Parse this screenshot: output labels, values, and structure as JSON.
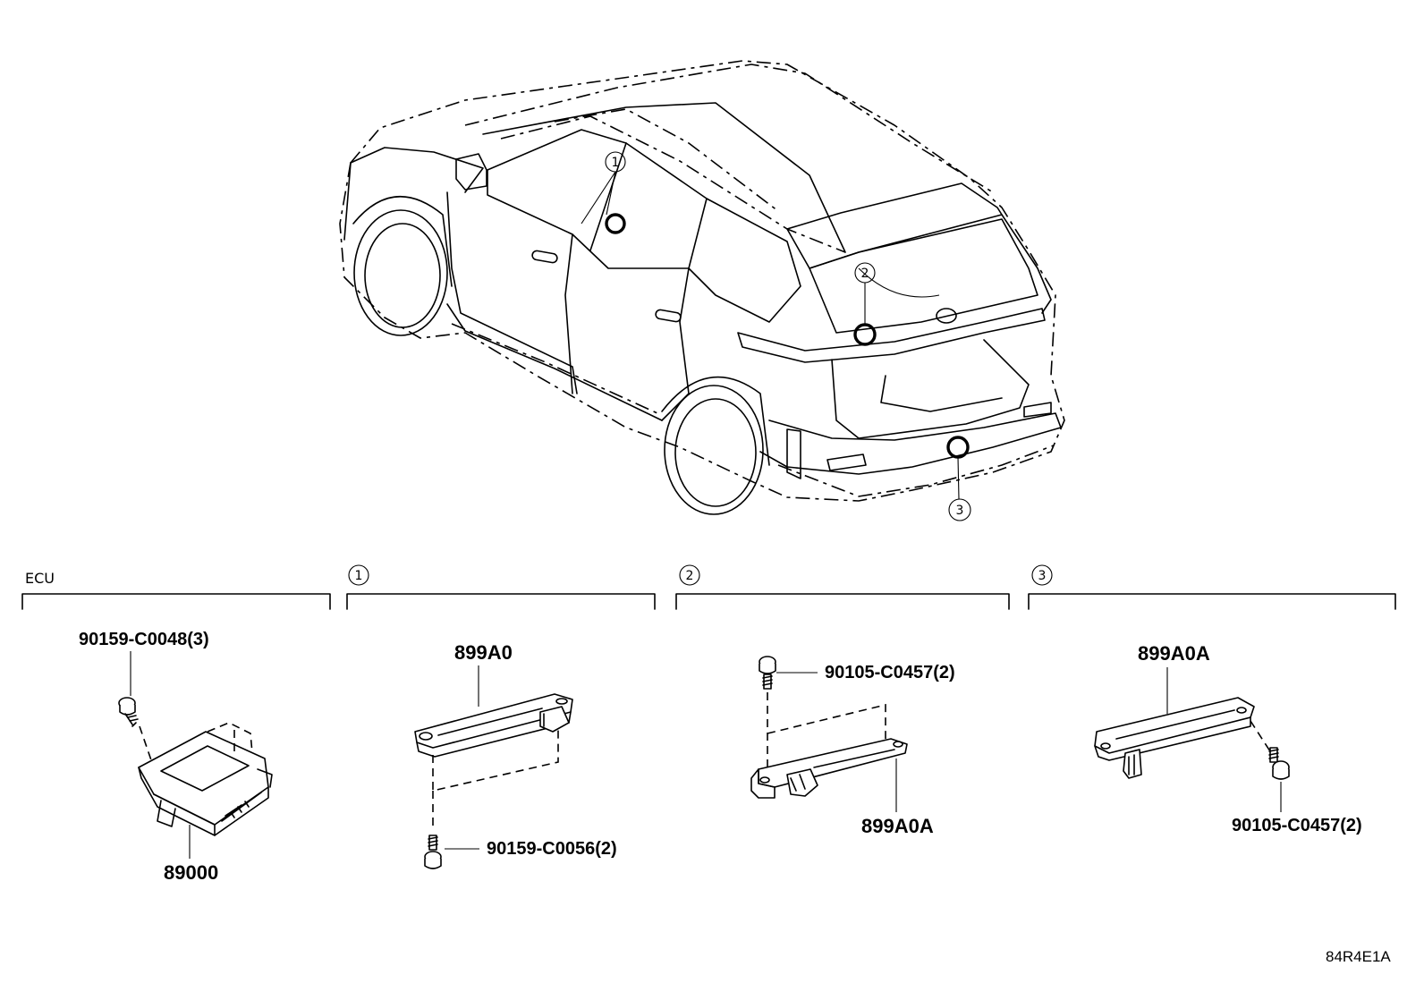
{
  "callouts": {
    "c1": "1",
    "c2": "2",
    "c3": "3"
  },
  "sections": {
    "ecu": {
      "title": "ECU",
      "part": "89000",
      "screw": "90159-C0048(3)"
    },
    "s1": {
      "num": "1",
      "part": "899A0",
      "screw": "90159-C0056(2)"
    },
    "s2": {
      "num": "2",
      "part": "899A0A",
      "screw": "90105-C0457(2)"
    },
    "s3": {
      "num": "3",
      "part": "899A0A",
      "screw": "90105-C0457(2)"
    }
  },
  "diagram_code": "84R4E1A"
}
